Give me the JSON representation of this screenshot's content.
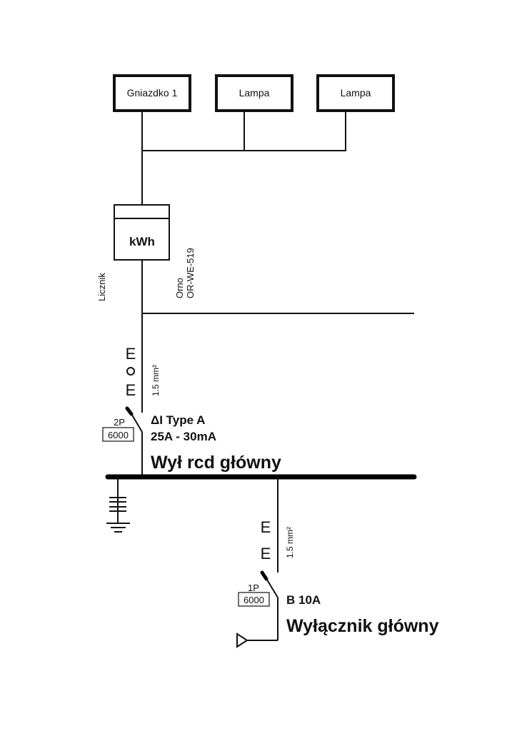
{
  "loads": [
    {
      "label": "Gniazdko 1"
    },
    {
      "label": "Lampa"
    },
    {
      "label": "Lampa"
    }
  ],
  "meter": {
    "symbol": "kWh",
    "label": "Licznik",
    "brand": "Orno",
    "model": "OR-WE-519"
  },
  "rcd_cable": {
    "symbols": [
      "E",
      "O",
      "E"
    ],
    "cross_section": "1.5 mm²"
  },
  "rcd": {
    "poles": "2P",
    "breaking_capacity": "6000",
    "type": "ΔI Type A",
    "rating": "25A - 30mA",
    "name": "Wył rcd główny"
  },
  "mcb_cable": {
    "symbols": [
      "E",
      "E"
    ],
    "cross_section": "1.5 mm²"
  },
  "mcb": {
    "poles": "1P",
    "breaking_capacity": "6000",
    "rating": "B 10A",
    "name": "Wyłącznik główny"
  },
  "colors": {
    "line": "#111111",
    "background": "#ffffff"
  }
}
